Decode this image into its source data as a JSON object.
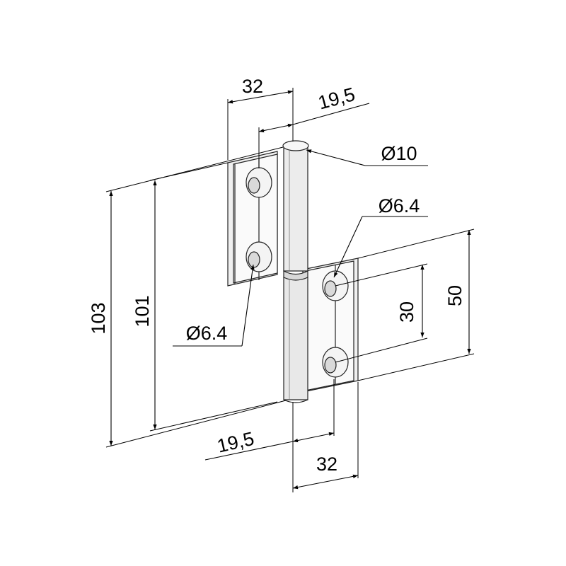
{
  "drawing": {
    "part": "hinge",
    "line_color": "#000000",
    "part_fill": "#f2f2f2",
    "dimensions": {
      "top_width_32": "32",
      "top_offset_19_5": "19,5",
      "pin_diameter": "Ø10",
      "right_hole_diameter": "Ø6.4",
      "left_hole_diameter": "Ø6.4",
      "overall_height_103": "103",
      "leaf_height_101": "101",
      "hole_spacing_30": "30",
      "leaf_height_50": "50",
      "bottom_offset_19_5": "19,5",
      "bottom_width_32": "32"
    }
  }
}
